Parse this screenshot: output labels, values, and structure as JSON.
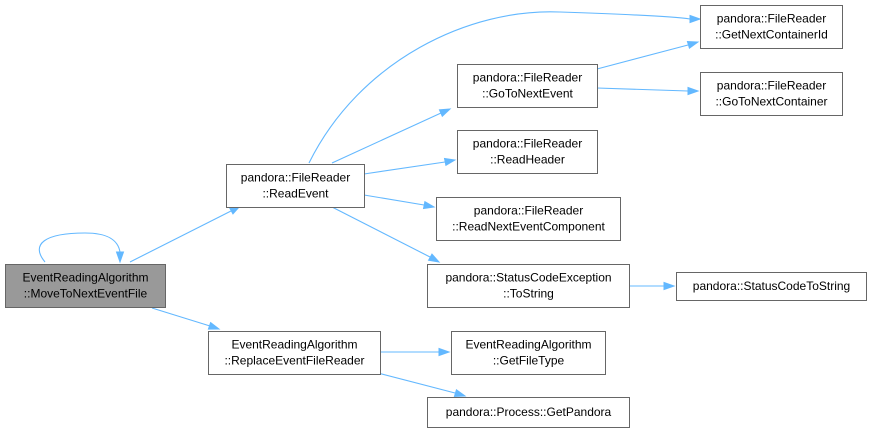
{
  "graph": {
    "nodes": [
      {
        "id": "root",
        "lines": [
          "EventReadingAlgorithm",
          "::MoveToNextEventFile"
        ],
        "root": true
      },
      {
        "id": "readEvent",
        "lines": [
          "pandora::FileReader",
          "::ReadEvent"
        ]
      },
      {
        "id": "replace",
        "lines": [
          "EventReadingAlgorithm",
          "::ReplaceEventFileReader"
        ]
      },
      {
        "id": "goToNextEvent",
        "lines": [
          "pandora::FileReader",
          "::GoToNextEvent"
        ]
      },
      {
        "id": "readHeader",
        "lines": [
          "pandora::FileReader",
          "::ReadHeader"
        ]
      },
      {
        "id": "readNextComp",
        "lines": [
          "pandora::FileReader",
          "::ReadNextEventComponent"
        ]
      },
      {
        "id": "toString",
        "lines": [
          "pandora::StatusCodeException",
          "::ToString"
        ]
      },
      {
        "id": "getFileType",
        "lines": [
          "EventReadingAlgorithm",
          "::GetFileType"
        ]
      },
      {
        "id": "getPandora",
        "lines": [
          "pandora::Process::GetPandora"
        ]
      },
      {
        "id": "getNextContainerId",
        "lines": [
          "pandora::FileReader",
          "::GetNextContainerId"
        ]
      },
      {
        "id": "goToNextContainer",
        "lines": [
          "pandora::FileReader",
          "::GoToNextContainer"
        ]
      },
      {
        "id": "statusCodeToString",
        "lines": [
          "pandora::StatusCodeToString"
        ]
      }
    ],
    "edges": [
      {
        "from": "root",
        "to": "root"
      },
      {
        "from": "root",
        "to": "readEvent"
      },
      {
        "from": "root",
        "to": "replace"
      },
      {
        "from": "readEvent",
        "to": "getNextContainerId"
      },
      {
        "from": "readEvent",
        "to": "goToNextEvent"
      },
      {
        "from": "readEvent",
        "to": "readHeader"
      },
      {
        "from": "readEvent",
        "to": "readNextComp"
      },
      {
        "from": "readEvent",
        "to": "toString"
      },
      {
        "from": "goToNextEvent",
        "to": "getNextContainerId"
      },
      {
        "from": "goToNextEvent",
        "to": "goToNextContainer"
      },
      {
        "from": "toString",
        "to": "statusCodeToString"
      },
      {
        "from": "replace",
        "to": "getFileType"
      },
      {
        "from": "replace",
        "to": "getPandora"
      }
    ]
  },
  "colors": {
    "edge": "#63b8ff",
    "node_border": "#666666",
    "node_fill": "#ffffff",
    "root_fill": "#999999",
    "text": "#000000"
  }
}
